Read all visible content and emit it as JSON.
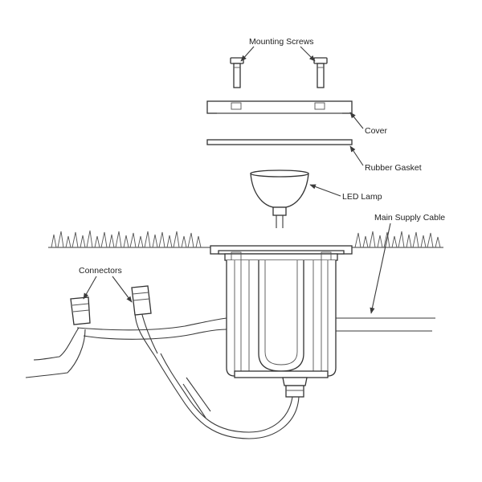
{
  "labels": {
    "mounting_screws": "Mounting Screws",
    "cover": "Cover",
    "rubber_gasket": "Rubber Gasket",
    "led_lamp": "LED Lamp",
    "main_supply_cable": "Main Supply Cable",
    "connectors": "Connectors"
  },
  "colors": {
    "line": "#3a3a3a",
    "background": "#ffffff"
  }
}
